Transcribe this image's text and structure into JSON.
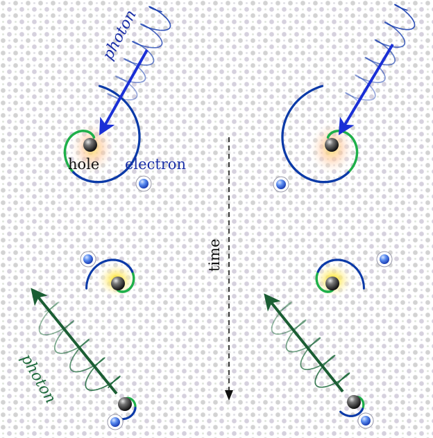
{
  "labels": {
    "photon_top": "photon",
    "photon_bottom": "photon",
    "hole": "hole",
    "electron": "electron",
    "time": "time"
  },
  "colors": {
    "absorb_spiral": "#1a3fb0",
    "absorb_arrow": "#1a2fd6",
    "emit_spiral": "#1d6a3c",
    "emit_arrow": "#1b5e34",
    "orbit_inner": "#1fb04a",
    "orbit_outer": "#0b3aa8",
    "electron": "#3a6ee8",
    "hole": "#222222",
    "background_dot": "#c8c8c8"
  }
}
